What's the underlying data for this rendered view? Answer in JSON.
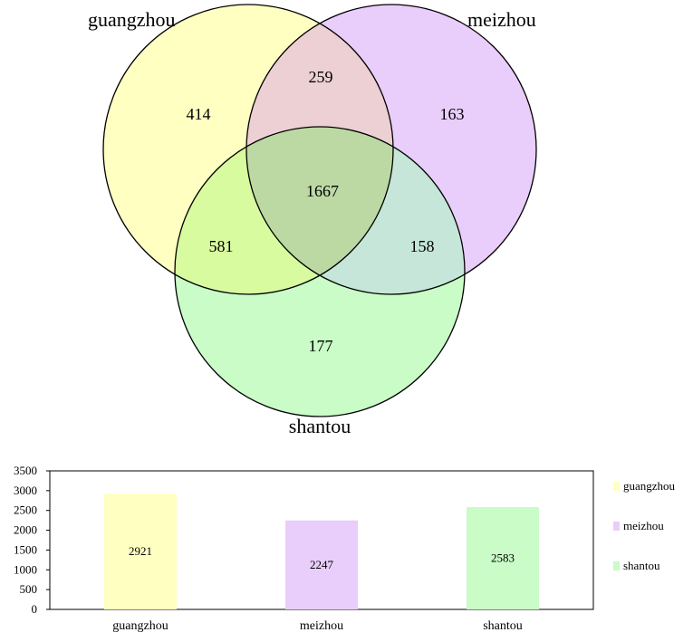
{
  "chart_data": [
    {
      "type": "venn",
      "sets": [
        {
          "name": "guangzhou",
          "color": "#ffffc2"
        },
        {
          "name": "meizhou",
          "color": "#e9cdfa"
        },
        {
          "name": "shantou",
          "color": "#c9fcc7"
        }
      ],
      "regions": {
        "guangzhou_only": 414,
        "meizhou_only": 163,
        "shantou_only": 177,
        "guangzhou_meizhou": 259,
        "guangzhou_shantou": 581,
        "meizhou_shantou": 158,
        "all_three": 1667
      },
      "region_colors": {
        "guangzhou_meizhou": "#ecd0d3",
        "guangzhou_shantou": "#d8fb9f",
        "meizhou_shantou": "#c5e6d8",
        "all_three": "#bcd9a4"
      }
    },
    {
      "type": "bar",
      "categories": [
        "guangzhou",
        "meizhou",
        "shantou"
      ],
      "values": [
        2921,
        2247,
        2583
      ],
      "colors": [
        "#ffffc2",
        "#e9cdfa",
        "#c9fcc7"
      ],
      "ylim": [
        0,
        3500
      ],
      "yticks": [
        0,
        500,
        1000,
        1500,
        2000,
        2500,
        3000,
        3500
      ],
      "legend": [
        "guangzhou",
        "meizhou",
        "shantou"
      ],
      "legend_position": "right",
      "grid": false
    }
  ]
}
